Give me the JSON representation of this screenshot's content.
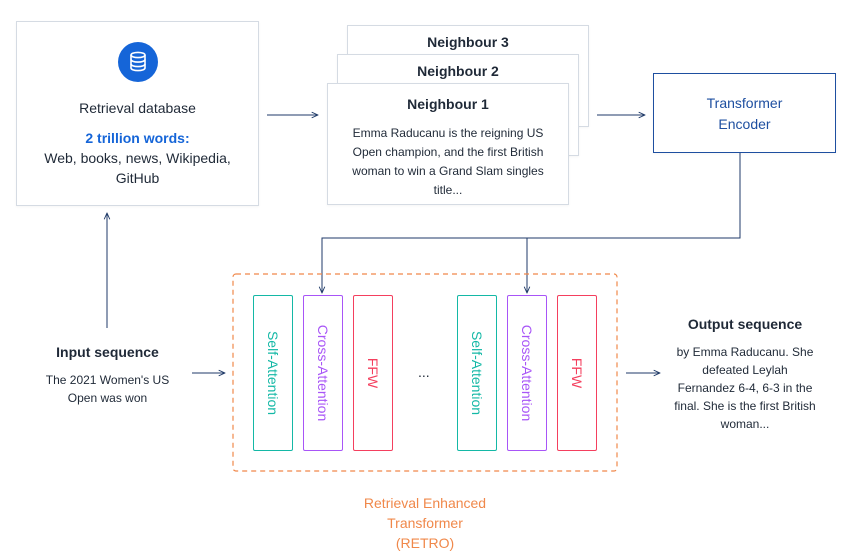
{
  "database": {
    "title": "Retrieval database",
    "highlight": "2 trillion words:",
    "sources_line1": "Web, books, news, Wikipedia,",
    "sources_line2": "GitHub",
    "icon": "database-icon",
    "icon_color": "#1565d8"
  },
  "neighbours": [
    {
      "label": "Neighbour 3"
    },
    {
      "label": "Neighbour 2"
    },
    {
      "label": "Neighbour 1",
      "text_lines": [
        "Emma Raducanu is the reigning US",
        "Open champion, and the first British",
        "woman to win a Grand Slam singles",
        "title..."
      ]
    }
  ],
  "encoder": {
    "line1": "Transformer",
    "line2": "Encoder",
    "color": "#1e4fa0"
  },
  "input": {
    "title": "Input sequence",
    "line1": "The 2021 Women's US",
    "line2": "Open was won"
  },
  "output": {
    "title": "Output sequence",
    "lines": [
      "by Emma Raducanu. She",
      "defeated Leylah",
      "Fernandez 6-4, 6-3 in the",
      "final. She is the first British",
      "woman..."
    ]
  },
  "layers": {
    "self_attention": "Self-Attention",
    "cross_attention": "Cross-Attention",
    "ffw": "FFW",
    "ellipsis": "...",
    "colors": {
      "self_attention": "#14b8a6",
      "cross_attention": "#a855f7",
      "ffw": "#f43f5e"
    }
  },
  "retro": {
    "line1": "Retrieval Enhanced",
    "line2": "Transformer",
    "line3": "(RETRO)",
    "color": "#f0884a"
  }
}
